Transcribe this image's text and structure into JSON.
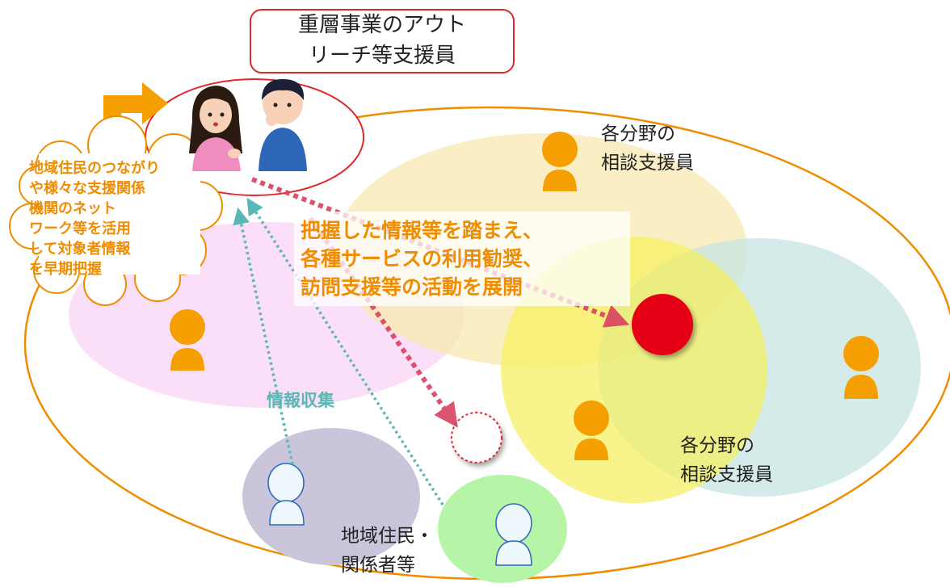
{
  "title_box": {
    "lines": [
      "重層事業のアウト",
      "リーチ等支援員"
    ]
  },
  "cloud": {
    "lines": [
      "地域住民のつながり",
      "や様々な支援関係",
      "機関のネット",
      "ワーク等を活用",
      "して対象者情報",
      "を早期把握"
    ]
  },
  "main_message": {
    "lines": [
      "把握した情報等を踏まえ、",
      "各種サービスの利用勧奨、",
      "訪問支援等の活動を展開"
    ]
  },
  "info_collection": "情報収集",
  "labels": {
    "advisor_top": [
      "各分野の",
      "相談支援員"
    ],
    "advisor_bottom": [
      "各分野の",
      "相談支援員"
    ],
    "residents": [
      "地域住民・",
      "関係者等"
    ]
  },
  "colors": {
    "orange": "#f08c00",
    "red_outline": "#e0262e",
    "arrow_red": "#d94160",
    "arrow_teal": "#5ab8b4",
    "target_red": "#e60012"
  }
}
